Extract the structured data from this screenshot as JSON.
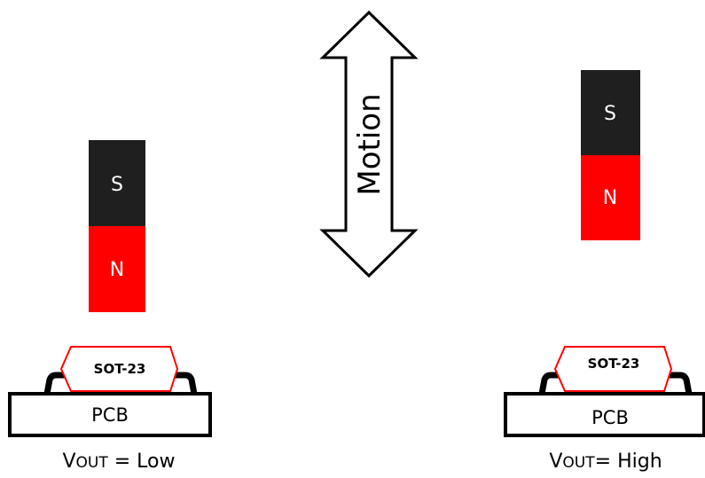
{
  "motion": {
    "label": "Motion"
  },
  "left": {
    "magnet": {
      "top_label": "S",
      "bottom_label": "N"
    },
    "package": "SOT-23",
    "board": "PCB",
    "output": {
      "v": "V",
      "out": "OUT",
      "rest": " = Low"
    }
  },
  "right": {
    "magnet": {
      "top_label": "S",
      "bottom_label": "N"
    },
    "package": "SOT-23",
    "board": "PCB",
    "output": {
      "v": "V",
      "out": "OUT",
      "rest": "= High"
    }
  },
  "colors": {
    "south": "#1f1f1f",
    "north": "#ff0000",
    "chip_outline": "#ff0000",
    "outline": "#000000"
  }
}
